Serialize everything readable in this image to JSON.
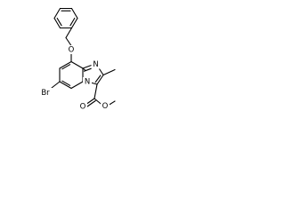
{
  "molecule": {
    "atoms": {
      "o_ether": "O",
      "n_bridge": "N",
      "n_ring": "N",
      "br": "Br",
      "o_carbonyl": "O",
      "o_ester": "O"
    }
  }
}
